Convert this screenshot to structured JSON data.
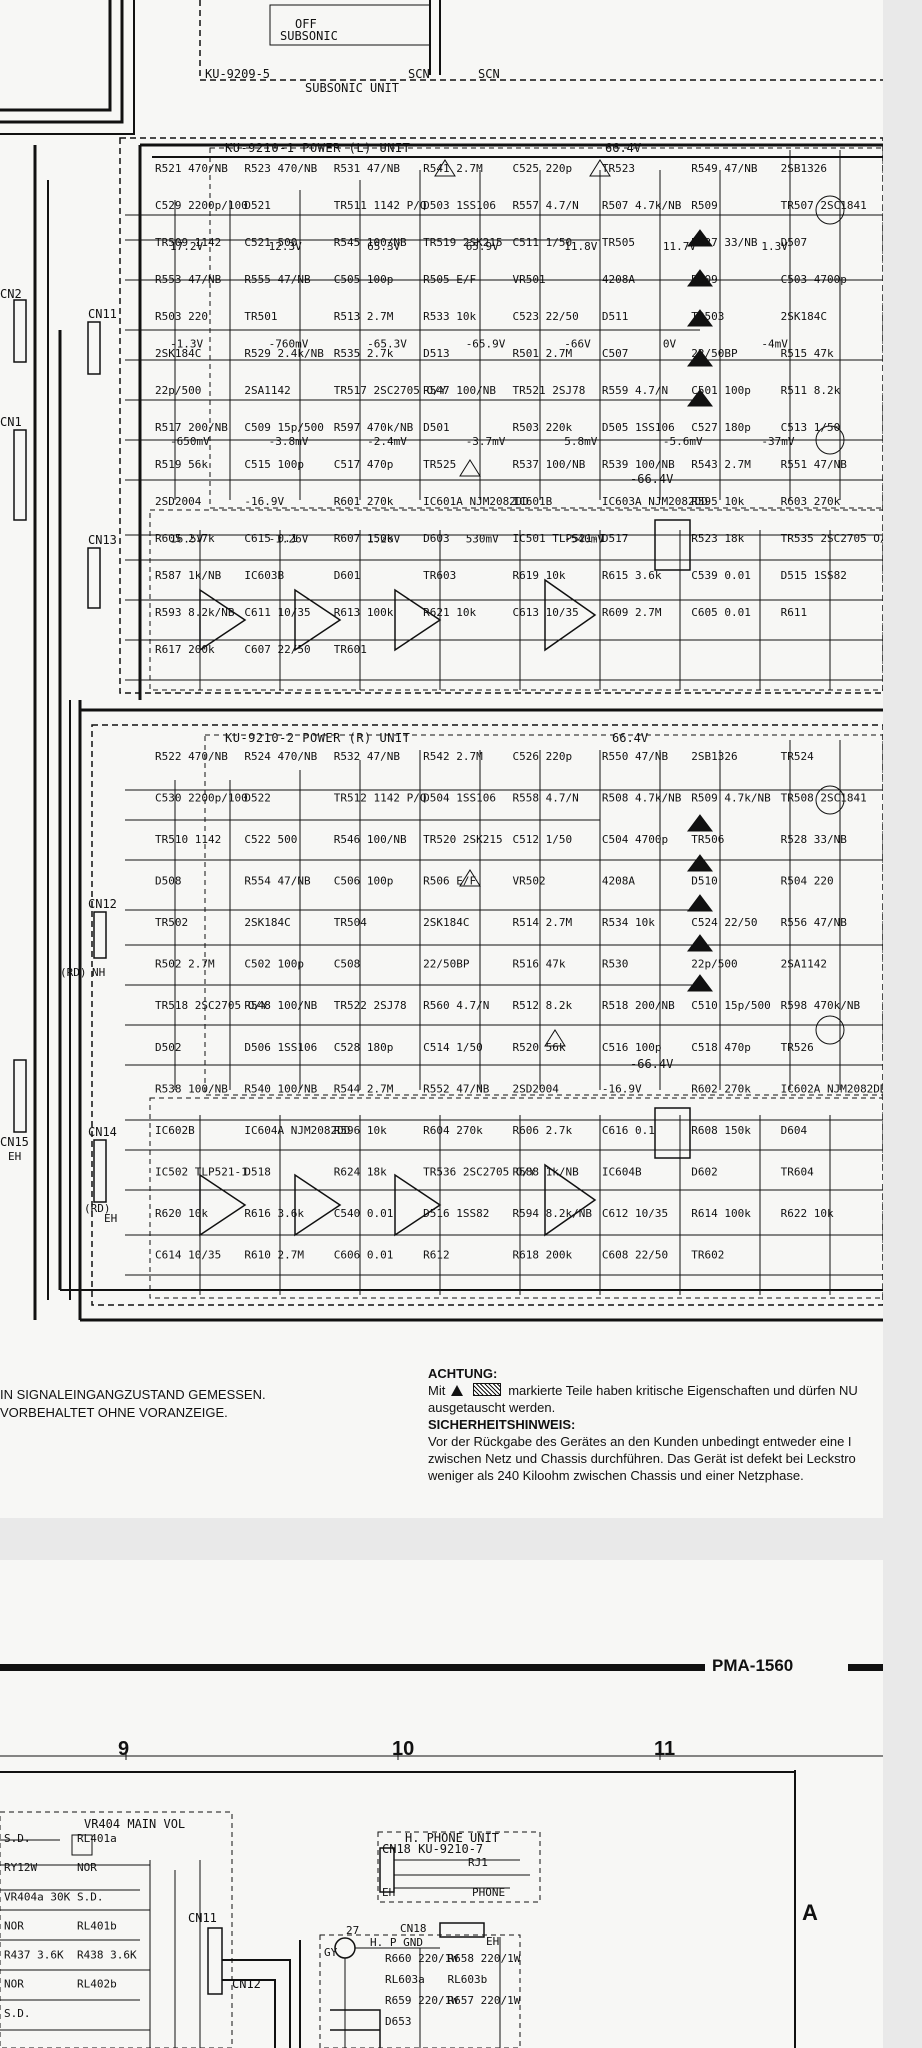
{
  "top_unit": {
    "title": "KU-9209-5",
    "name": "SUBSONIC UNIT",
    "switch_off": "OFF",
    "switch_label": "SUBSONIC",
    "scn": "SCN"
  },
  "power_l": {
    "title": "KU-9210-1 POWER (L) UNIT",
    "connectors": [
      "CN2",
      "CN11",
      "CN13",
      "CN1"
    ],
    "rail_pos": "66.4V",
    "rail_neg": "-66.4V",
    "labels": [
      "R521 470/NB",
      "R523 470/NB",
      "R531 47/NB",
      "R541 2.7M",
      "C525 220p",
      "TR523",
      "R549 47/NB",
      "2SB1326",
      "C529 2200p/100",
      "D521",
      "TR511 1142 P/Q",
      "D503 1SS106",
      "R557 4.7/N",
      "R507 4.7k/NB",
      "R509",
      "TR507 2SC1841",
      "TR509 1142",
      "C521 500",
      "R545 100/NB",
      "TR519 2SK215",
      "C511 1/50",
      "TR505",
      "R527 33/NB",
      "D507",
      "R553 47/NB",
      "R555 47/NB",
      "C505 100p",
      "R505 E/F",
      "VR501",
      "4208A",
      "D509",
      "C503 4700p",
      "R503 220",
      "TR501",
      "R513 2.7M",
      "R533 10k",
      "C523 22/50",
      "D511",
      "TR503",
      "2SK184C",
      "2SK184C",
      "R529 2.4k/NB",
      "R535 2.7k",
      "D513",
      "R501 2.7M",
      "C507",
      "22/50BP",
      "R515 47k",
      "22p/500",
      "2SA1142",
      "TR517 2SC2705 O/Y",
      "R547 100/NB",
      "TR521 2SJ78",
      "R559 4.7/N",
      "C501 100p",
      "R511 8.2k",
      "R517 200/NB",
      "C509 15p/500",
      "R597 470k/NB",
      "D501",
      "R503 220k",
      "D505 1SS106",
      "C527 180p",
      "C513 1/50",
      "R519 56k",
      "C515 100p",
      "C517 470p",
      "TR525",
      "R537 100/NB",
      "R539 100/NB",
      "R543 2.7M",
      "R551 47/NB",
      "2SD2004",
      "-16.9V",
      "R601 270k",
      "IC601A NJM2082DD",
      "IC601B",
      "IC603A NJM2082DD",
      "R595 10k",
      "R603 270k",
      "R605 2.7k",
      "C615 0.1",
      "R607 150k",
      "D603",
      "IC501 TLP521-1",
      "D517",
      "R523 18k",
      "TR535 2SC2705 O/Y",
      "R587 1k/NB",
      "IC603B",
      "D601",
      "TR603",
      "R619 10k",
      "R615 3.6k",
      "C539 0.01",
      "D515 1SS82",
      "R593 8.2k/NB",
      "C611 10/35",
      "R613 100k",
      "R621 10k",
      "C613 10/35",
      "R609 2.7M",
      "C605 0.01",
      "R611",
      "R617 200k",
      "C607 22/50",
      "TR601"
    ],
    "voltages": [
      "17.2V",
      "12.3V",
      "65.3V",
      "65.9V",
      "11.8V",
      "11.7V",
      "1.3V",
      "-1.3V",
      "-760mV",
      "-65.3V",
      "-65.9V",
      "-66V",
      "0V",
      "-4mV",
      "-650mV",
      "-3.8mV",
      "-2.4mV",
      "-3.7mV",
      "5.8mV",
      "-5.6mV",
      "-37mV",
      "16.5V",
      "-1.26V",
      "1.26V",
      "530mV",
      "-540mV"
    ]
  },
  "power_r": {
    "title": "KU-9210-2 POWER (R) UNIT",
    "connectors": [
      "CN12",
      "CN14",
      "CN15"
    ],
    "rail_pos": "66.4V",
    "rail_neg": "-66.4V",
    "tags": [
      "(RD)",
      "NH",
      "(RD)",
      "EH",
      "EH"
    ],
    "labels": [
      "R522 470/NB",
      "R524 470/NB",
      "R532 47/NB",
      "R542 2.7M",
      "C526 220p",
      "R550 47/NB",
      "2SB1326",
      "TR524",
      "C530 2200p/100",
      "D522",
      "TR512 1142 P/Q",
      "D504 1SS106",
      "R558 4.7/N",
      "R508 4.7k/NB",
      "R509 4.7k/NB",
      "TR508 2SC1841",
      "TR510 1142",
      "C522 500",
      "R546 100/NB",
      "TR520 2SK215",
      "C512 1/50",
      "C504 4700p",
      "TR506",
      "R528 33/NB",
      "D508",
      "R554 47/NB",
      "C506 100p",
      "R506 E/F",
      "VR502",
      "4208A",
      "D510",
      "R504 220",
      "TR502",
      "2SK184C",
      "TR504",
      "2SK184C",
      "R514 2.7M",
      "R534 10k",
      "C524 22/50",
      "R556 47/NB",
      "R502 2.7M",
      "C502 100p",
      "C508",
      "22/50BP",
      "R516 47k",
      "R530",
      "22p/500",
      "2SA1142",
      "TR518 2SC2705 O/Y",
      "R548 100/NB",
      "TR522 2SJ78",
      "R560 4.7/N",
      "R512 8.2k",
      "R518 200/NB",
      "C510 15p/500",
      "R598 470k/NB",
      "D502",
      "D506 1SS106",
      "C528 180p",
      "C514 1/50",
      "R520 56k",
      "C516 100p",
      "C518 470p",
      "TR526",
      "R538 100/NB",
      "R540 100/NB",
      "R544 2.7M",
      "R552 47/NB",
      "2SD2004",
      "-16.9V",
      "R602 270k",
      "IC602A NJM2082DD",
      "IC602B",
      "IC604A NJM2082DD",
      "R596 10k",
      "R604 270k",
      "R606 2.7k",
      "C616 0.1",
      "R608 150k",
      "D604",
      "IC502 TLP521-1",
      "D518",
      "R624 18k",
      "TR536 2SC2705 O/Y",
      "R588 1k/NB",
      "IC604B",
      "D602",
      "TR604",
      "R620 10k",
      "R616 3.6k",
      "C540 0.01",
      "D516 1SS82",
      "R594 8.2k/NB",
      "C612 10/35",
      "R614 100k",
      "R622 10k",
      "C614 10/35",
      "R610 2.7M",
      "C606 0.01",
      "R612",
      "R618 200k",
      "C608 22/50",
      "TR602"
    ]
  },
  "notes_left": [
    "IN SIGNALEINGANGZUSTAND GEMESSEN.",
    "VORBEHALTET OHNE VORANZEIGE."
  ],
  "notes_right": {
    "heading1": "ACHTUNG:",
    "text1_a": "Mit",
    "text1_b": "markierte Teile haben kritische Eigenschaften und dürfen NU",
    "text1_c": "ausgetauscht werden.",
    "heading2": "SICHERHEITSHINWEIS:",
    "text2": [
      "Vor der Rückgabe des Gerätes an den Kunden unbedingt entweder eine I",
      "zwischen Netz und Chassis durchführen. Das Gerät ist defekt bei Leckstrо",
      "weniger als 240 Kiloohm zwischen Chassis und einer Netzphase."
    ]
  },
  "page2": {
    "model": "PMA-1560",
    "columns": [
      "9",
      "10",
      "11"
    ],
    "row": "A",
    "main_vol": "VR404 MAIN VOL",
    "hphone_unit": "H. PHONE UNIT",
    "hphone_sub": "CN18 KU-9210-7",
    "hphone_labels": [
      "RJ1",
      "PHONE",
      "EH"
    ],
    "relay_labels": [
      "S.D.",
      "RL401a",
      "RY12W",
      "NOR",
      "VR404a 30K",
      "S.D.",
      "NOR",
      "RL401b",
      "R437 3.6K",
      "R438 3.6K",
      "NOR",
      "RL402b",
      "S.D."
    ],
    "connectors": [
      "CN11",
      "CN12",
      "CN18"
    ],
    "gnd_labels": [
      "27",
      "GY",
      "H. P GND",
      "EH"
    ],
    "resistors": [
      "R660 220/1W",
      "R658 220/1W",
      "RL603a",
      "RL603b",
      "R659 220/1W",
      "R657 220/1W",
      "D653"
    ]
  }
}
